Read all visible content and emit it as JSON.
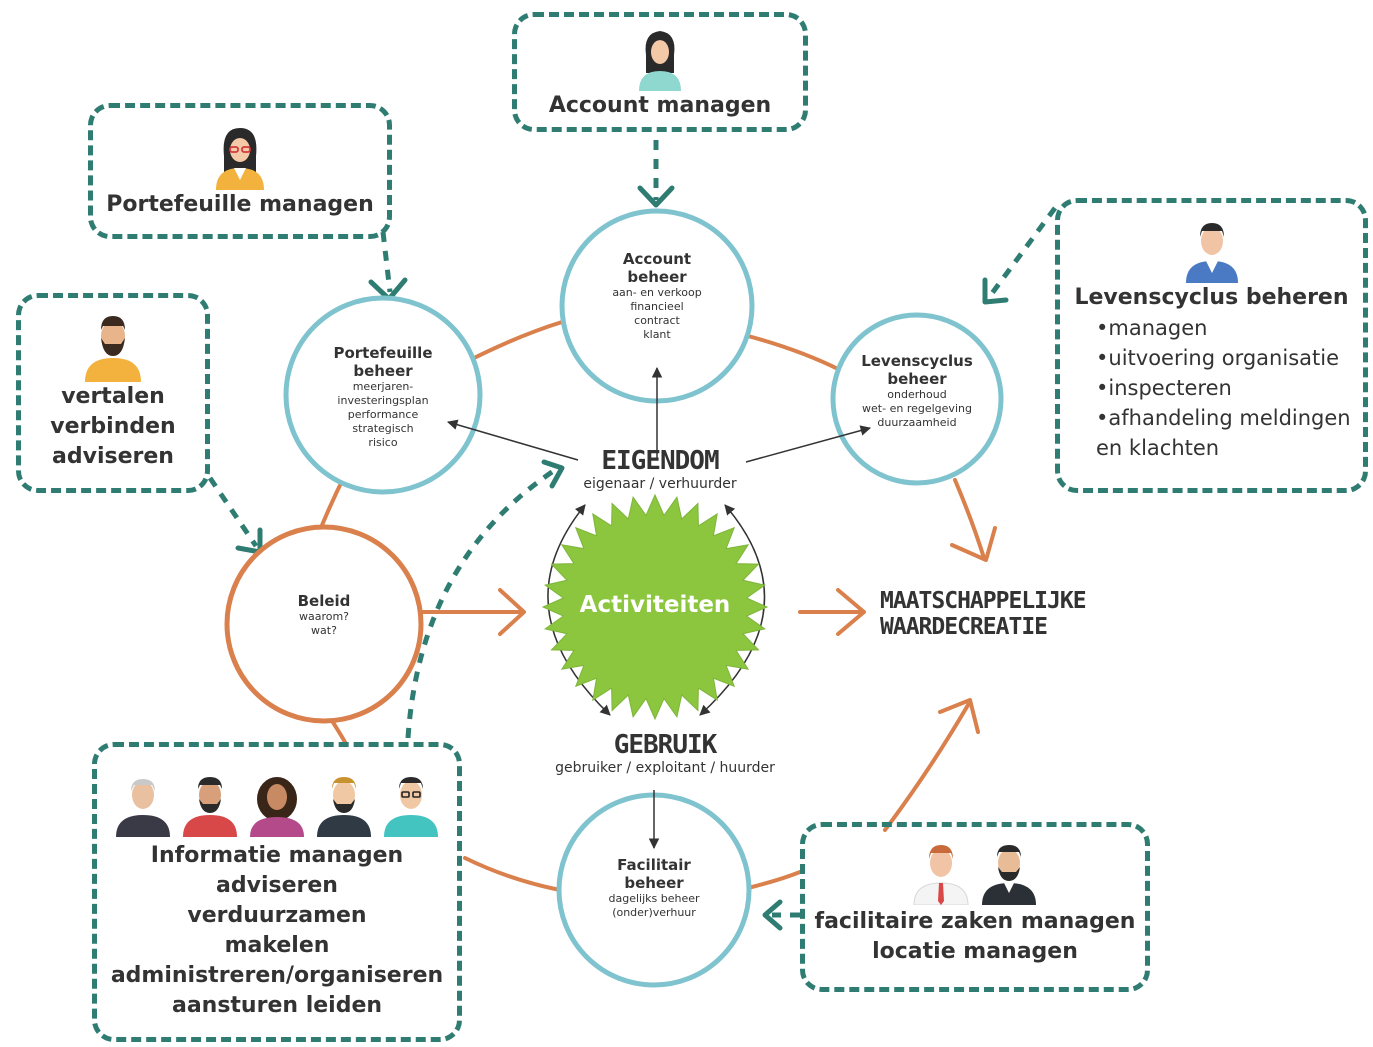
{
  "center": {
    "label": "Activiteiten"
  },
  "eigendom": {
    "title": "EIGENDOM",
    "subtitle": "eigenaar / verhuurder"
  },
  "gebruik": {
    "title": "GEBRUIK",
    "subtitle": "gebruiker / exploitant / huurder"
  },
  "value": {
    "line1": "MAATSCHAPPELIJKE",
    "line2": "WAARDECREATIE"
  },
  "circles": {
    "account": {
      "title1": "Account",
      "title2": "beheer",
      "items": [
        "aan- en verkoop",
        "financieel",
        "contract",
        "klant"
      ]
    },
    "portefeuille": {
      "title1": "Portefeuille",
      "title2": "beheer",
      "items": [
        "meerjaren-",
        "investeringsplan",
        "performance",
        "strategisch",
        "risico"
      ]
    },
    "levenscyclus": {
      "title1": "Levenscyclus",
      "title2": "beheer",
      "items": [
        "onderhoud",
        "wet- en regelgeving",
        "duurzaamheid"
      ]
    },
    "beleid": {
      "title1": "Beleid",
      "items": [
        "waarom?",
        "wat?"
      ]
    },
    "facilitair": {
      "title1": "Facilitair",
      "title2": "beheer",
      "items": [
        "dagelijks beheer",
        "(onder)verhuur"
      ]
    }
  },
  "boxes": {
    "account": {
      "title": "Account managen"
    },
    "portefeuille": {
      "title": "Portefeuille managen"
    },
    "vertalen": {
      "lines": [
        "vertalen",
        "verbinden",
        "adviseren"
      ]
    },
    "levenscyclus": {
      "title": "Levenscyclus beheren",
      "items": [
        "•managen",
        "•uitvoering organisatie",
        "•inspecteren",
        "•afhandeling meldingen",
        "en klachten"
      ]
    },
    "informatie": {
      "lines": [
        "Informatie managen",
        "adviseren",
        "verduurzamen",
        "makelen",
        "administreren/organiseren",
        "aansturen leiden"
      ]
    },
    "facilitaire": {
      "lines": [
        "facilitaire zaken managen",
        "locatie managen"
      ]
    }
  },
  "colors": {
    "teal": "#2f7d72",
    "circle_blue": "#7fc3cf",
    "orange": "#d9804c",
    "green": "#8cc63f"
  }
}
